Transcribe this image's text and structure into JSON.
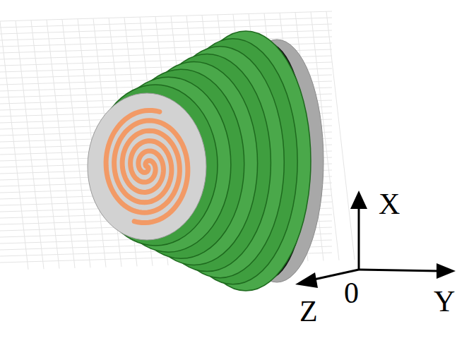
{
  "diagram": {
    "labels": [
      "X",
      "0",
      "Y",
      "Z"
    ]
  }
}
